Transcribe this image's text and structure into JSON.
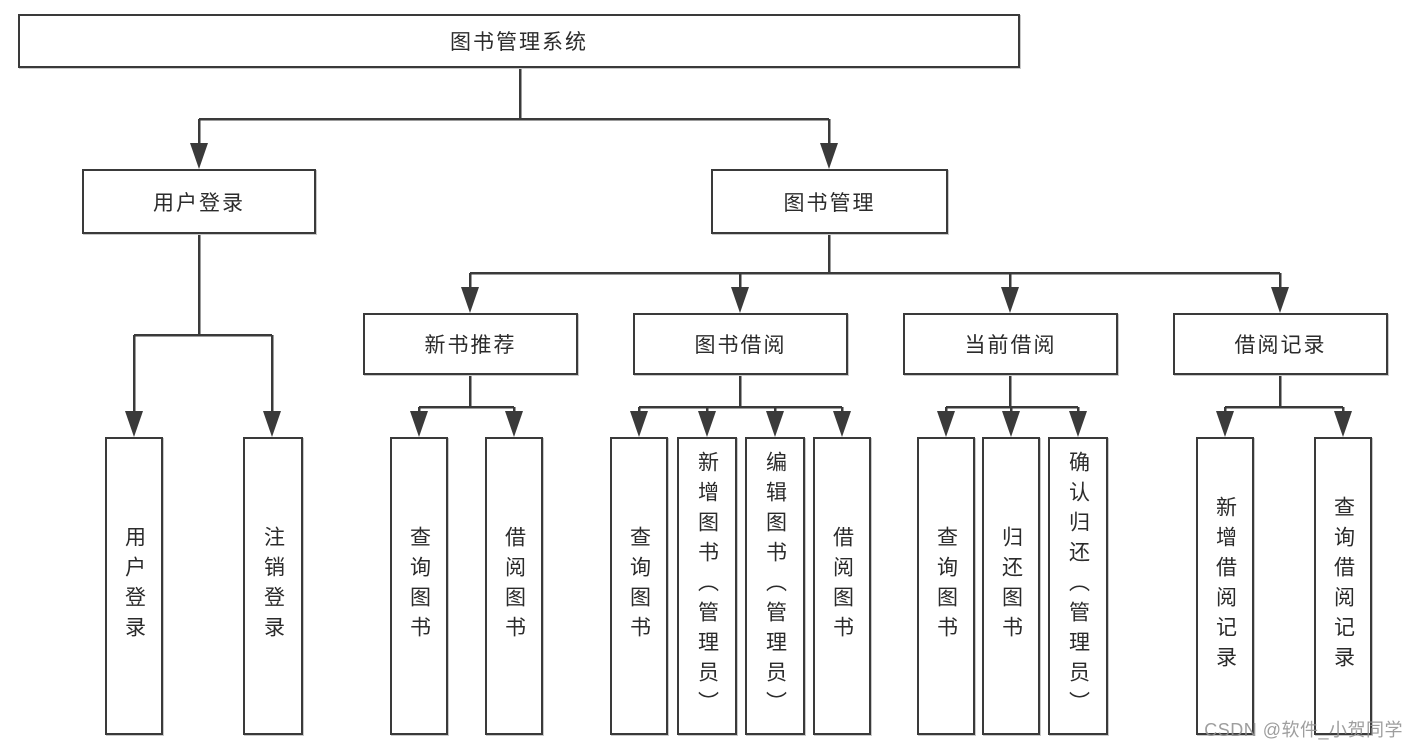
{
  "diagram": {
    "root": {
      "label": "图书管理系统"
    },
    "level2": [
      {
        "label": "用户登录"
      },
      {
        "label": "图书管理"
      }
    ],
    "level3": [
      {
        "label": "新书推荐",
        "parent": "图书管理"
      },
      {
        "label": "图书借阅",
        "parent": "图书管理"
      },
      {
        "label": "当前借阅",
        "parent": "图书管理"
      },
      {
        "label": "借阅记录",
        "parent": "图书管理"
      }
    ],
    "leaves": [
      {
        "label": "用户登录",
        "parent": "用户登录"
      },
      {
        "label": "注销登录",
        "parent": "用户登录"
      },
      {
        "label": "查询图书",
        "parent": "新书推荐"
      },
      {
        "label": "借阅图书",
        "parent": "新书推荐"
      },
      {
        "label": "查询图书",
        "parent": "图书借阅"
      },
      {
        "label": "新增图书（管理员）",
        "parent": "图书借阅"
      },
      {
        "label": "编辑图书（管理员）",
        "parent": "图书借阅"
      },
      {
        "label": "借阅图书",
        "parent": "图书借阅"
      },
      {
        "label": "查询图书",
        "parent": "当前借阅"
      },
      {
        "label": "归还图书",
        "parent": "当前借阅"
      },
      {
        "label": "确认归还（管理员）",
        "parent": "当前借阅"
      },
      {
        "label": "新增借阅记录",
        "parent": "借阅记录"
      },
      {
        "label": "查询借阅记录",
        "parent": "借阅记录"
      }
    ],
    "watermark": "CSDN @软件_小贺同学",
    "colors": {
      "line": "#3a3a3a",
      "text": "#2b2b2b",
      "background": "#ffffff",
      "watermark": "#949494"
    }
  }
}
